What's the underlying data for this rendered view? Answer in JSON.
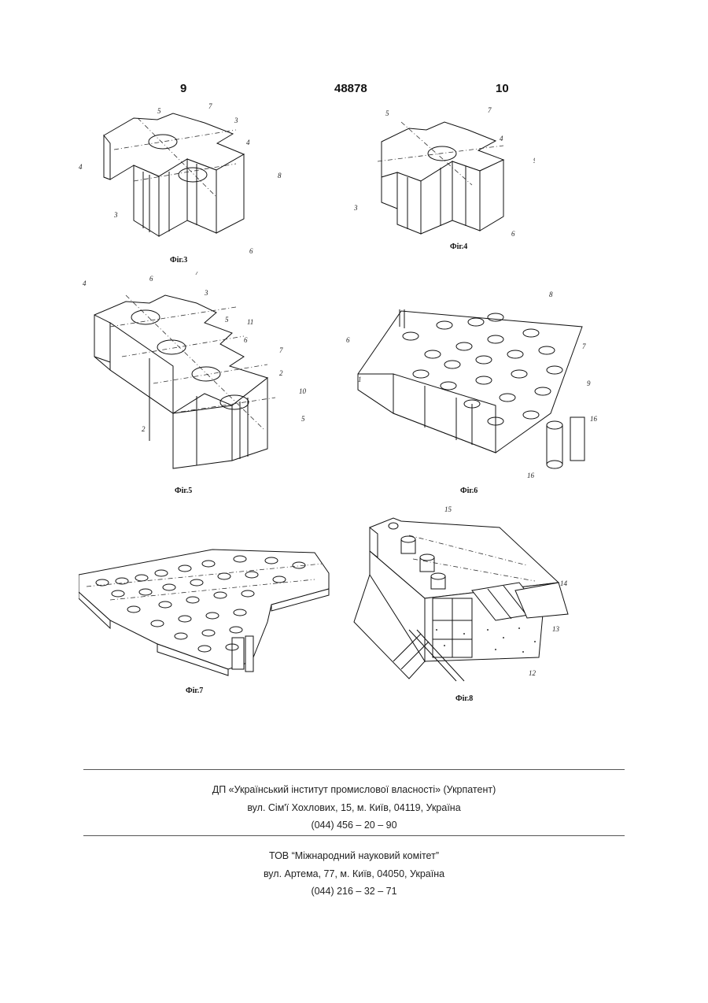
{
  "header": {
    "page_left": "9",
    "patent_number": "48878",
    "page_right": "10"
  },
  "figures": {
    "fig3": {
      "caption": "Фіг.3",
      "labels": [
        "7",
        "5",
        "3",
        "4",
        "8",
        "3",
        "6"
      ]
    },
    "fig4": {
      "caption": "Фіг.4",
      "labels": [
        "7",
        "5",
        "4",
        "9",
        "3",
        "6"
      ]
    },
    "fig5": {
      "caption": "Фіг.5",
      "labels": [
        "4",
        "6",
        "7",
        "3",
        "5",
        "11",
        "6",
        "7",
        "2",
        "10",
        "2",
        "5"
      ]
    },
    "fig6": {
      "caption": "Фіг.6",
      "labels": [
        "8",
        "1",
        "7",
        "9",
        "16",
        "16"
      ]
    },
    "fig7": {
      "caption": "Фіг.7"
    },
    "fig8": {
      "caption": "Фіг.8",
      "labels": [
        "15",
        "14",
        "13",
        "12"
      ]
    }
  },
  "footer": {
    "org1_name": "ДП «Український інститут промислової власності» (Укрпатент)",
    "org1_address": "вул. Сім'ї Хохлових, 15, м. Київ, 04119, Україна",
    "org1_phone": "(044) 456 – 20 –  90",
    "org2_name": "ТОВ “Міжнародний науковий комітет”",
    "org2_address": "вул. Артема, 77, м. Київ, 04050, Україна",
    "org2_phone": "(044) 216 – 32 – 71"
  }
}
